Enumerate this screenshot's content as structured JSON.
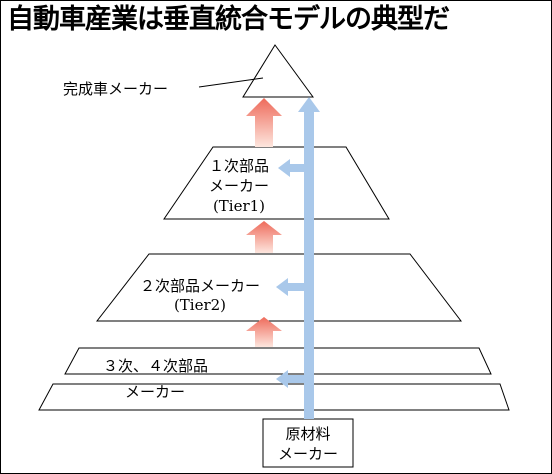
{
  "title": "自動車産業は垂直統合モデルの典型だ",
  "labels": {
    "oem": "完成車メーカー",
    "tier1_line1": "１次部品",
    "tier1_line2": "メーカー",
    "tier1_line3": "(Tier1)",
    "tier2_line1": "２次部品メーカー",
    "tier2_line2": "(Tier2)",
    "tier34_line1": "３次、４次部品",
    "tier34_line2": "メーカー",
    "raw_line1": "原材料",
    "raw_line2": "メーカー"
  },
  "colors": {
    "supply_flow": "#a9c8ea",
    "value_arrow_top": "#ee6a5a",
    "value_arrow_bottom": "#fde6de",
    "outline": "#000000"
  }
}
